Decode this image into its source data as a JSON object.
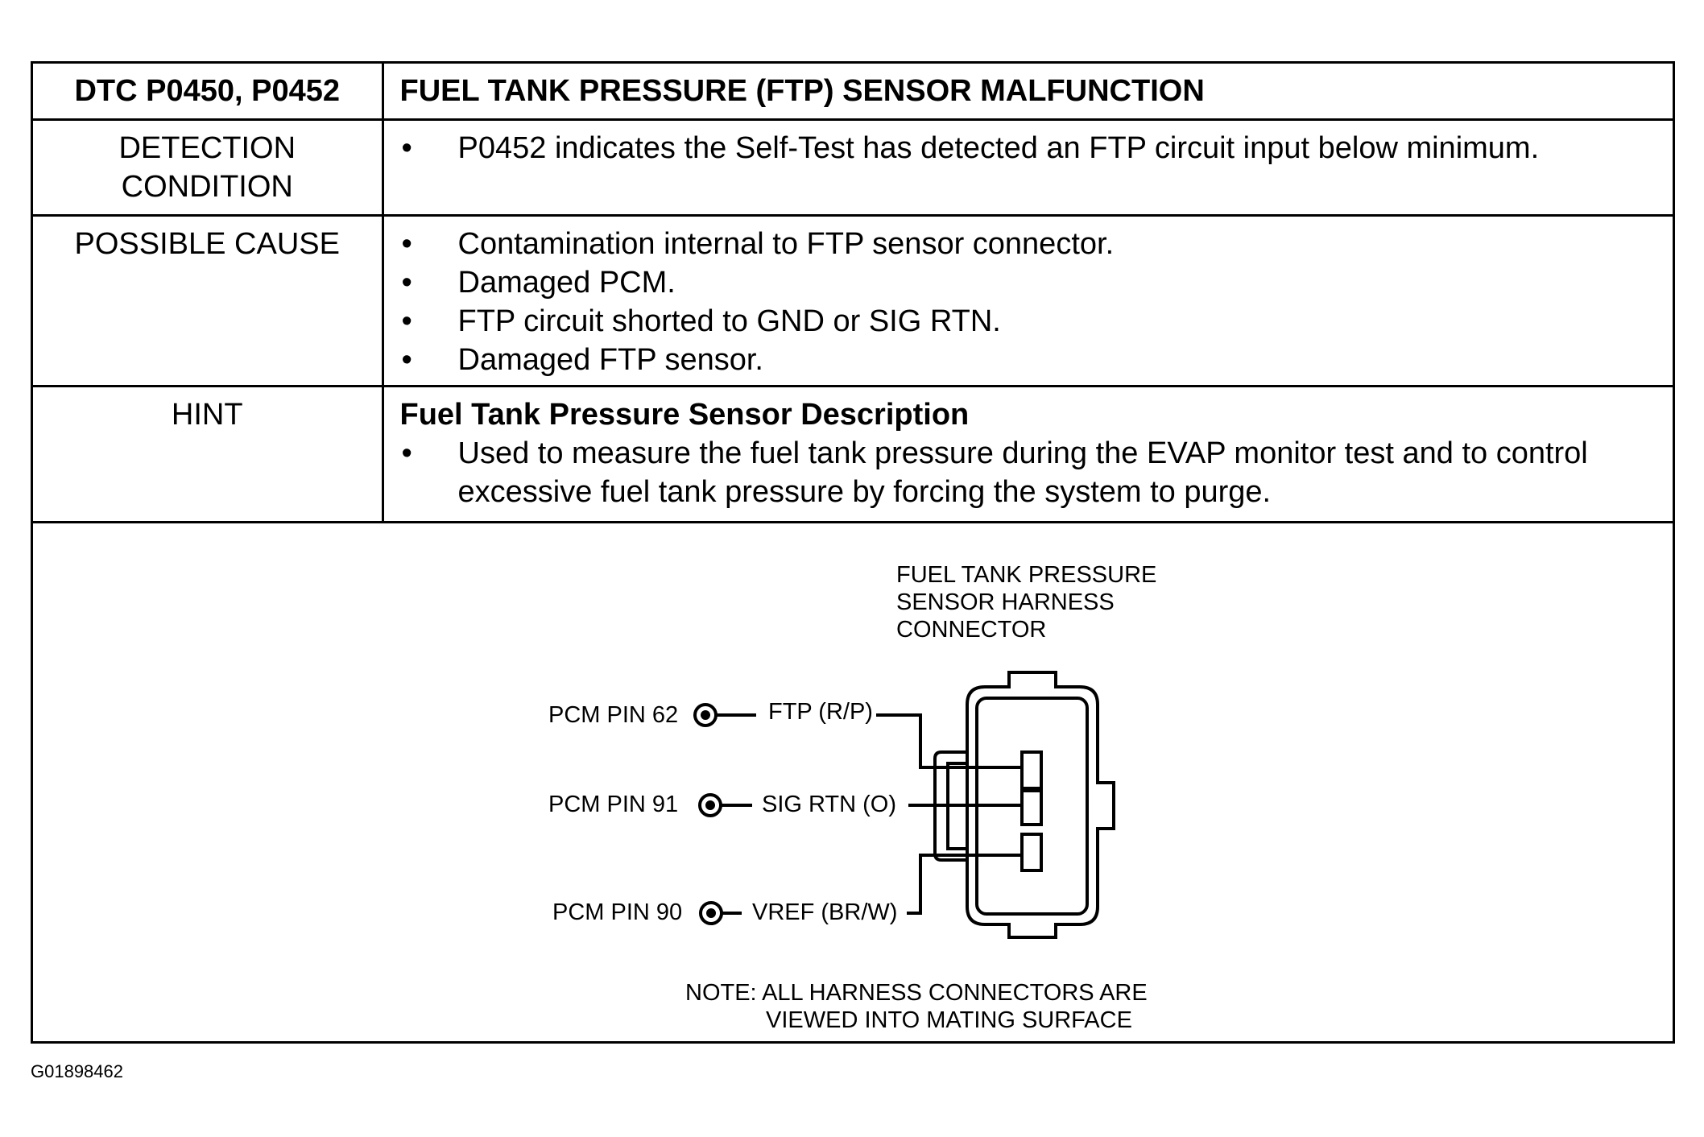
{
  "table": {
    "header": {
      "code": "DTC P0450, P0452",
      "title": "FUEL TANK PRESSURE (FTP) SENSOR MALFUNCTION"
    },
    "detection": {
      "label_line1": "DETECTION",
      "label_line2": "CONDITION",
      "items": [
        "P0452 indicates the Self-Test has detected an FTP circuit input below minimum."
      ]
    },
    "possible_cause": {
      "label": "POSSIBLE CAUSE",
      "items": [
        "Contamination internal to FTP sensor connector.",
        "Damaged PCM.",
        "FTP circuit shorted to GND or SIG RTN.",
        "Damaged FTP sensor."
      ]
    },
    "hint": {
      "label": "HINT",
      "subtitle": "Fuel Tank Pressure Sensor Description",
      "items": [
        "Used to measure the fuel tank pressure during the EVAP monitor test and to control excessive fuel tank pressure by forcing the system to purge."
      ]
    }
  },
  "diagram": {
    "connector_title": [
      "FUEL TANK PRESSURE",
      "SENSOR HARNESS",
      "CONNECTOR"
    ],
    "pins": [
      {
        "pcm": "PCM PIN 62",
        "circuit": "FTP (R/P)"
      },
      {
        "pcm": "PCM PIN 91",
        "circuit": "SIG RTN (O)"
      },
      {
        "pcm": "PCM PIN 90",
        "circuit": "VREF (BR/W)"
      }
    ],
    "note": [
      "NOTE: ALL HARNESS CONNECTORS ARE",
      "VIEWED INTO MATING SURFACE"
    ]
  },
  "footer": {
    "code": "G01898462"
  }
}
